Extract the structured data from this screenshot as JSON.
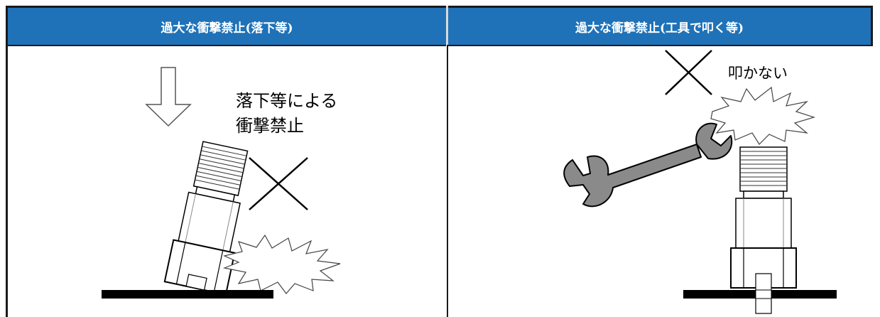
{
  "headers": {
    "left": "過大な衝撃禁止(落下等)",
    "right": "過大な衝撃禁止(工具で叩く等)"
  },
  "left_panel": {
    "caption_line1": "落下等による",
    "caption_line2": "衝撃禁止",
    "icons": [
      "down-arrow-icon",
      "prohibited-x-icon",
      "impact-burst-icon",
      "sensor-icon",
      "floor-bar"
    ]
  },
  "right_panel": {
    "caption": "叩かない",
    "icons": [
      "prohibited-x-icon",
      "impact-burst-icon",
      "wrench-icon",
      "sensor-icon",
      "floor-bar"
    ]
  },
  "colors": {
    "header_bg": "#1f72b8",
    "header_text": "#ffffff",
    "border": "#1a1a1a"
  }
}
